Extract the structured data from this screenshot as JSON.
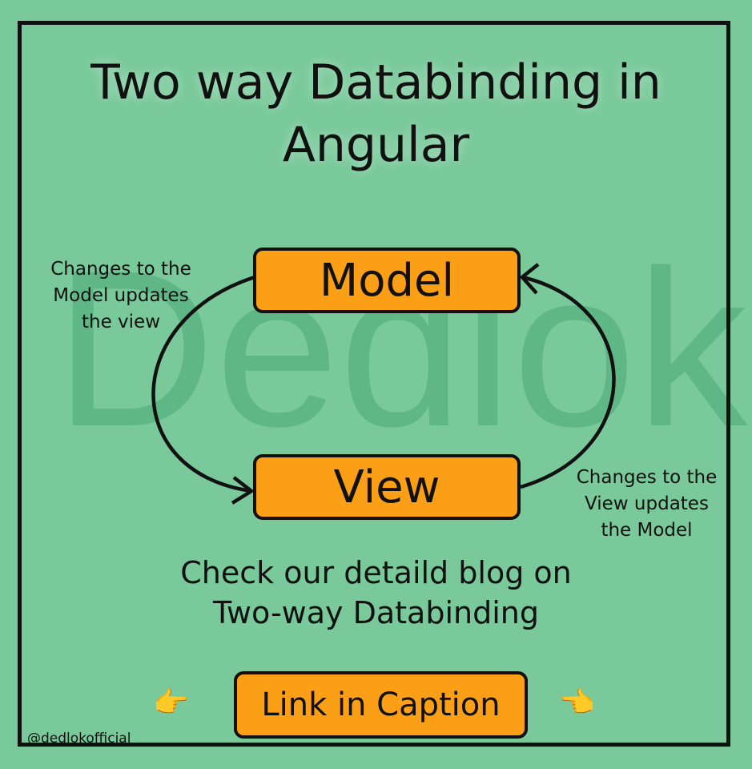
{
  "title": {
    "line1": "Two way Databinding in",
    "line2": "Angular"
  },
  "watermark": "Dedlok",
  "diagram": {
    "model_label": "Model",
    "view_label": "View",
    "left_note": [
      "Changes to the",
      "Model updates",
      "the view"
    ],
    "right_note": [
      "Changes to the",
      "View updates",
      "the Model"
    ]
  },
  "blog": {
    "line1": "Check our detaild blog on",
    "line2": "Two-way Databinding"
  },
  "link_button": "Link in Caption",
  "icons": {
    "left": "pointing-right-hand-icon",
    "right": "pointing-left-hand-icon",
    "left_glyph": "👉",
    "right_glyph": "👈"
  },
  "handle": "@dedlokofficial",
  "colors": {
    "background": "#79c99a",
    "box": "#fb9f16",
    "border": "#111111",
    "watermark": "#3a9c66"
  }
}
